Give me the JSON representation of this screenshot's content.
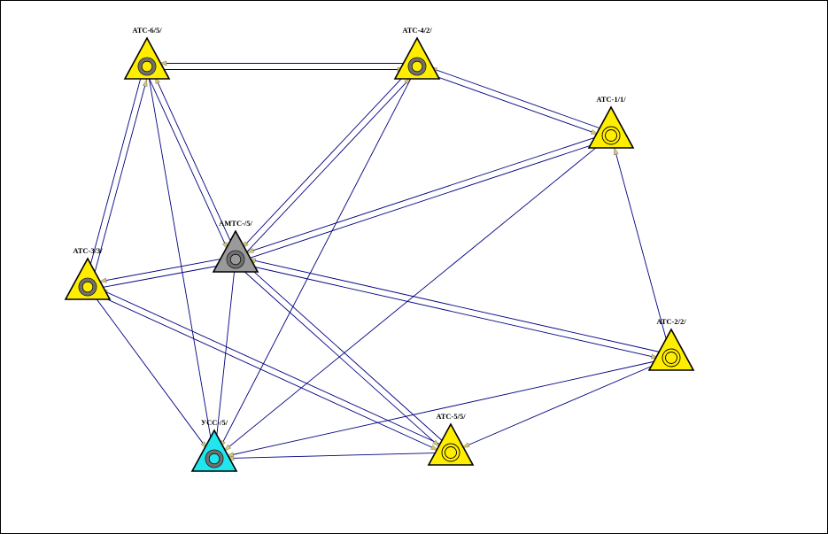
{
  "colors": {
    "background": "#ffffff",
    "edge": "#000080",
    "arrowhead": "#d4c47a",
    "node_fill_yellow": "#ffee00",
    "node_fill_gray": "#9a9a9a",
    "node_fill_cyan": "#22e6ee",
    "node_stroke": "#000000",
    "ring_dark": "#6f6f6f",
    "ring_thin": "#000000"
  },
  "nodes": [
    {
      "id": "ats6",
      "label": "АТС-6/5/",
      "fill": "yellow",
      "icon": "thick-ring-icon"
    },
    {
      "id": "ats4",
      "label": "АТС-4/2/",
      "fill": "yellow",
      "icon": "thick-ring-icon"
    },
    {
      "id": "ats1",
      "label": "АТС-1/1/",
      "fill": "yellow",
      "icon": "thin-double-ring-icon"
    },
    {
      "id": "amts",
      "label": "АМТС-/5/",
      "fill": "gray",
      "icon": "thick-ring-icon"
    },
    {
      "id": "ats3",
      "label": "АТС-3/3/",
      "fill": "yellow",
      "icon": "thick-ring-icon"
    },
    {
      "id": "ats2",
      "label": "АТС-2/2/",
      "fill": "yellow",
      "icon": "thin-double-ring-icon"
    },
    {
      "id": "ats5",
      "label": "АТС-5/5/",
      "fill": "yellow",
      "icon": "thin-double-ring-icon"
    },
    {
      "id": "uss",
      "label": "УСС-/5/",
      "fill": "cyan",
      "icon": "thick-ring-icon"
    }
  ],
  "edges": [
    {
      "from": "ats6",
      "to": "ats4"
    },
    {
      "from": "ats4",
      "to": "ats6"
    },
    {
      "from": "ats4",
      "to": "ats1"
    },
    {
      "from": "ats1",
      "to": "ats4"
    },
    {
      "from": "ats6",
      "to": "ats3"
    },
    {
      "from": "ats3",
      "to": "ats6"
    },
    {
      "from": "ats6",
      "to": "amts"
    },
    {
      "from": "amts",
      "to": "ats6"
    },
    {
      "from": "ats6",
      "to": "uss"
    },
    {
      "from": "ats4",
      "to": "amts"
    },
    {
      "from": "amts",
      "to": "ats4"
    },
    {
      "from": "ats4",
      "to": "uss"
    },
    {
      "from": "ats1",
      "to": "amts"
    },
    {
      "from": "amts",
      "to": "ats1"
    },
    {
      "from": "ats1",
      "to": "uss"
    },
    {
      "from": "ats2",
      "to": "ats1"
    },
    {
      "from": "ats3",
      "to": "amts"
    },
    {
      "from": "amts",
      "to": "ats3"
    },
    {
      "from": "ats3",
      "to": "uss"
    },
    {
      "from": "ats3",
      "to": "ats5"
    },
    {
      "from": "ats5",
      "to": "ats3"
    },
    {
      "from": "amts",
      "to": "ats2"
    },
    {
      "from": "ats2",
      "to": "amts"
    },
    {
      "from": "amts",
      "to": "uss"
    },
    {
      "from": "amts",
      "to": "ats5"
    },
    {
      "from": "ats5",
      "to": "amts"
    },
    {
      "from": "ats2",
      "to": "uss"
    },
    {
      "from": "ats2",
      "to": "ats5"
    },
    {
      "from": "ats5",
      "to": "uss"
    }
  ]
}
